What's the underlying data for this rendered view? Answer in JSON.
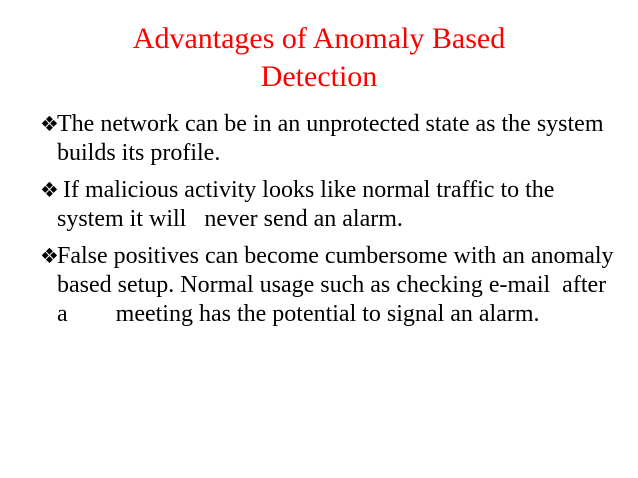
{
  "slide": {
    "background_color": "#FFFFFF",
    "title": {
      "color": "#FF0000",
      "line1": "Advantages of Anomaly Based",
      "line2": "Detection"
    },
    "body": {
      "text_color": "#000000",
      "bullet_glyph": "❖",
      "bullets": [
        {
          "glyph": "❖",
          "text": "The network can be in an unprotected state as the system builds its profile."
        },
        {
          "glyph": "❖",
          "text": " If malicious activity looks like normal traffic to the system it will   never send an alarm."
        },
        {
          "glyph": "❖",
          "text": "False positives can become cumbersome with an anomaly      based setup. Normal usage such as checking e-mail  after a        meeting has the potential to signal an alarm."
        }
      ]
    }
  }
}
